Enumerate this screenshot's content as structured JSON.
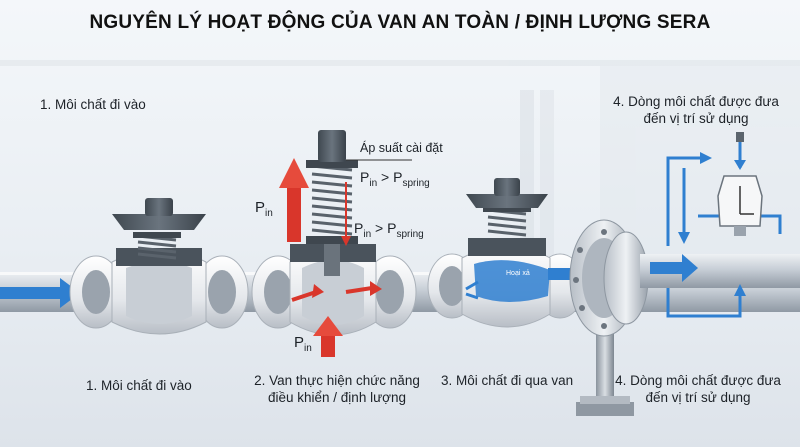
{
  "title": "NGUYÊN LÝ HOẠT ĐỘNG CỦA VAN AN TOÀN / ĐỊNH LƯỢNG SERA",
  "labels": {
    "inlet_top": "1. Môi chất đi vào",
    "outlet_top": "4. Dòng môi chất được đưa đến vị trí sử dụng",
    "inlet_bottom": "1. Môi chất đi vào",
    "valve_function": "2. Van thực hiện chức năng điều khiển / định lượng",
    "through_valve": "3. Môi chất đi qua van",
    "outlet_bottom": "4. Dòng môi chất được đưa đến vị trí sử dụng"
  },
  "annotations": {
    "setpoint": "Áp suất cài đặt",
    "p": "P",
    "in": "in",
    "gt": ">",
    "spring": "spring",
    "flow_tag": "Hoại xả"
  },
  "colors": {
    "flow_blue": "#2f7fd0",
    "pressure_red": "#d9362b",
    "pipe": "#c9d0d8",
    "fitting": "#f3f4f6",
    "cap": "#5c6670"
  }
}
